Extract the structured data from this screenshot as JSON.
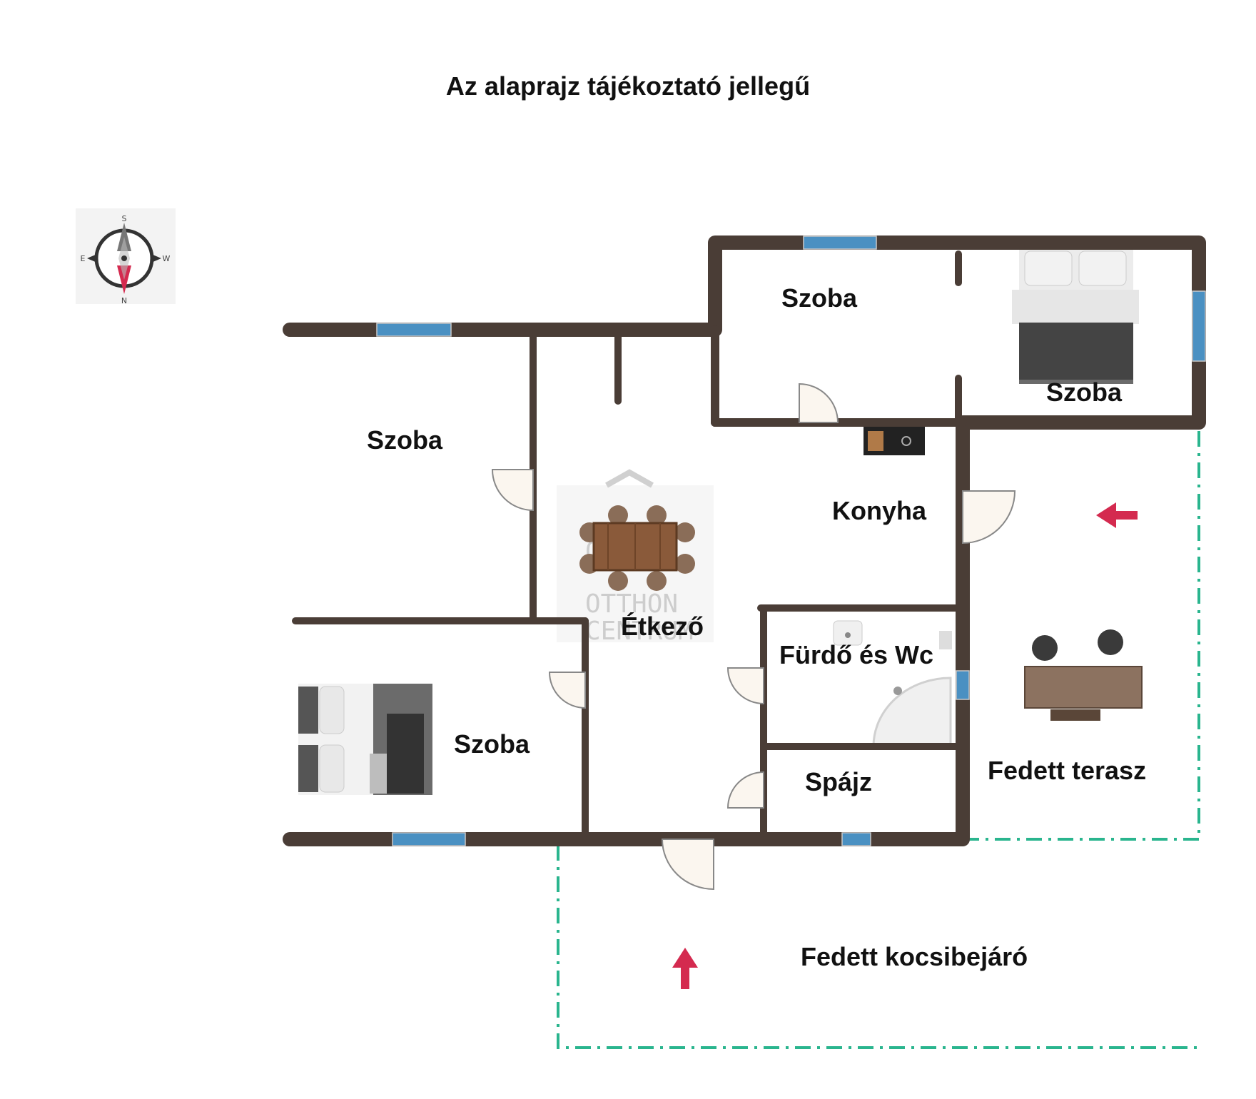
{
  "title": "Az alaprajz tájékoztató jellegű",
  "rooms": {
    "szoba_top_left": "Szoba",
    "szoba_top_middle": "Szoba",
    "szoba_top_right": "Szoba",
    "szoba_bottom_left": "Szoba",
    "konyha": "Konyha",
    "etkezo": "Étkező",
    "furdo": "Fürdő és Wc",
    "spajz": "Spájz",
    "terasz": "Fedett terasz",
    "kocsibejaro": "Fedett kocsibejáró"
  },
  "compass": {
    "top": "S",
    "bottom": "N",
    "left": "E",
    "right": "W"
  },
  "watermark": {
    "line1": "OTTHON",
    "line2": "CENTRUM"
  },
  "colors": {
    "wall": "#4a3d36",
    "window": "#4a90c2",
    "dashed_outline": "#2ab58e",
    "arrow": "#d42a4f",
    "door_fill": "#fbf6ef"
  }
}
